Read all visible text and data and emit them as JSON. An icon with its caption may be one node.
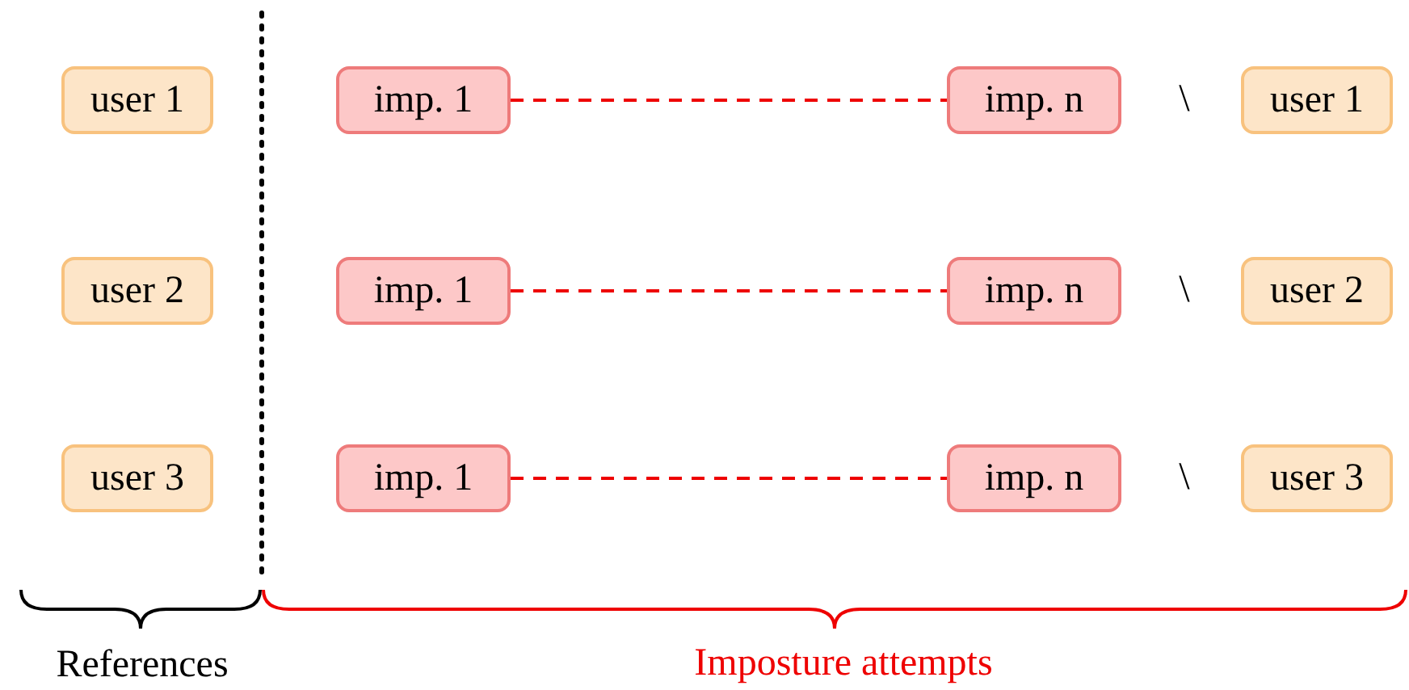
{
  "diagram": {
    "nodes": [
      {
        "text": [
          "user 1"
        ]
      },
      {
        "text": [
          "imp. 1"
        ]
      },
      {
        "text": [
          "imp. n"
        ]
      },
      {
        "text": [
          "user 1"
        ]
      },
      {
        "text": [
          "user 2"
        ]
      },
      {
        "text": [
          "imp. 1"
        ]
      },
      {
        "text": [
          "imp. n"
        ]
      },
      {
        "text": [
          "user 2"
        ]
      },
      {
        "text": [
          "user 3"
        ]
      },
      {
        "text": [
          "imp. 1"
        ]
      },
      {
        "text": [
          "imp. n"
        ]
      },
      {
        "text": [
          "user 3"
        ]
      }
    ],
    "edges": [
      {
        "from": 1,
        "to": 2,
        "arrow": "none",
        "style": "dashed"
      },
      {
        "from": 5,
        "to": 6,
        "arrow": "none",
        "style": "dashed"
      },
      {
        "from": 9,
        "to": 10,
        "arrow": "none",
        "style": "dashed"
      }
    ],
    "labels": [
      "\\",
      "\\",
      "\\",
      "References",
      "Imposture attempts"
    ]
  }
}
